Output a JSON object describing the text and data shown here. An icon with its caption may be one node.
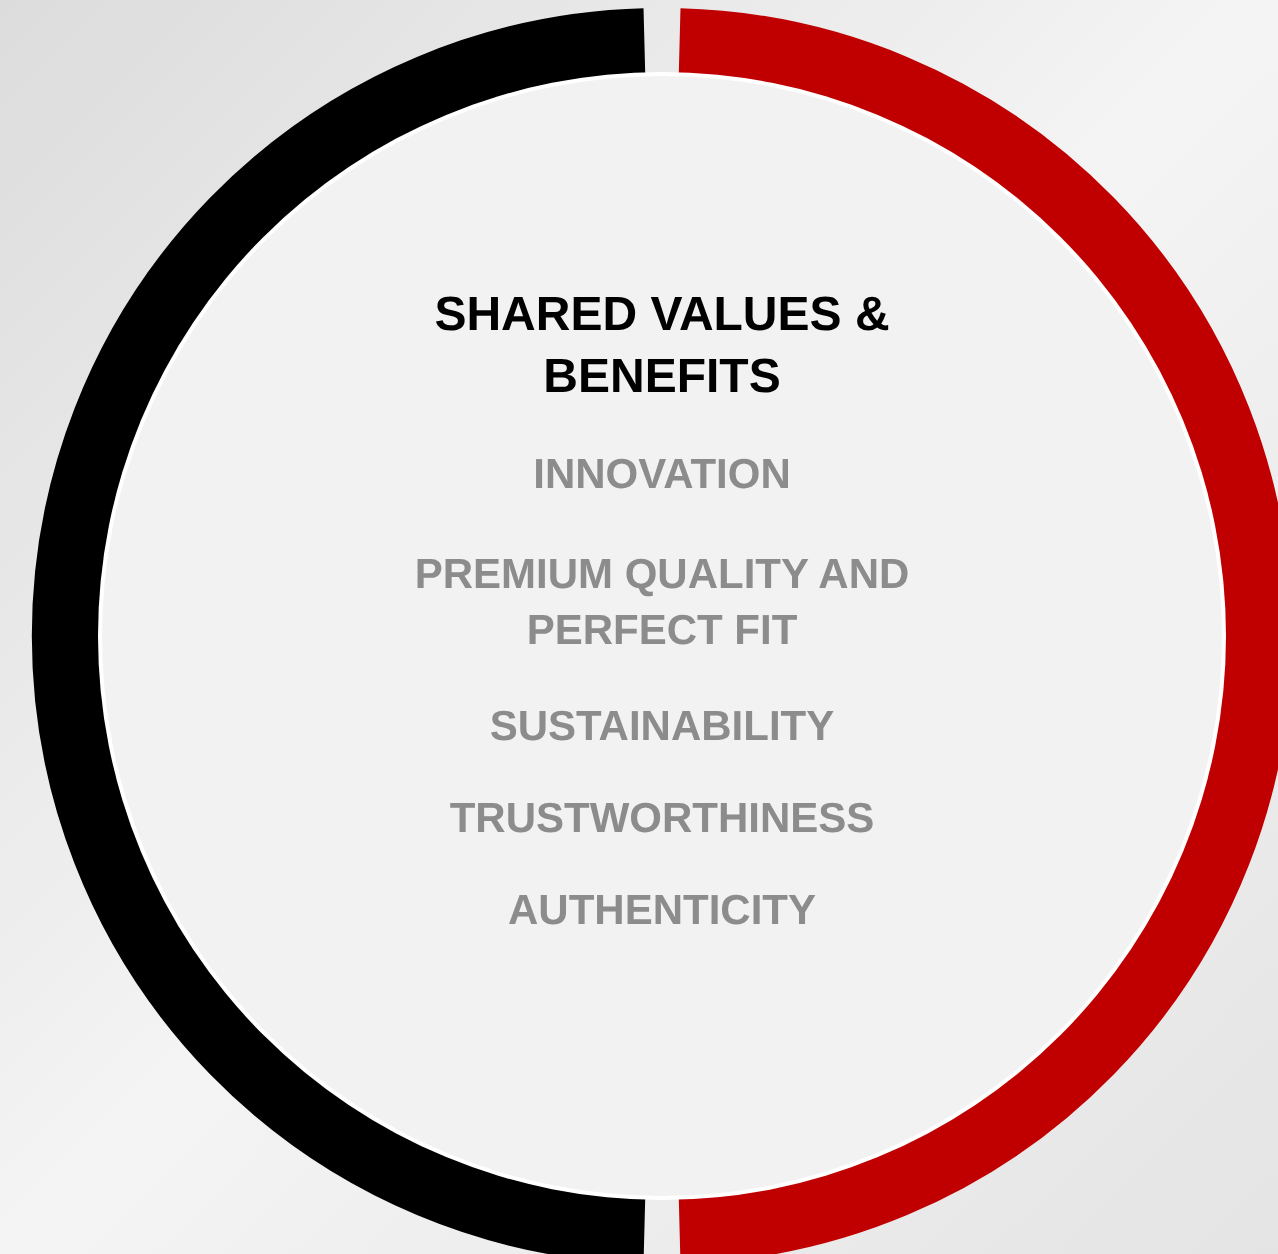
{
  "diagram": {
    "nodes": [
      {
        "text": [
          "SHARED VALUES & BENEFITS",
          "INNOVATION",
          "PREMIUM QUALITY AND PERFECT FIT",
          "SUSTAINABILITY",
          "TRUSTWORTHINESS",
          "AUTHENTICITY"
        ]
      }
    ]
  }
}
